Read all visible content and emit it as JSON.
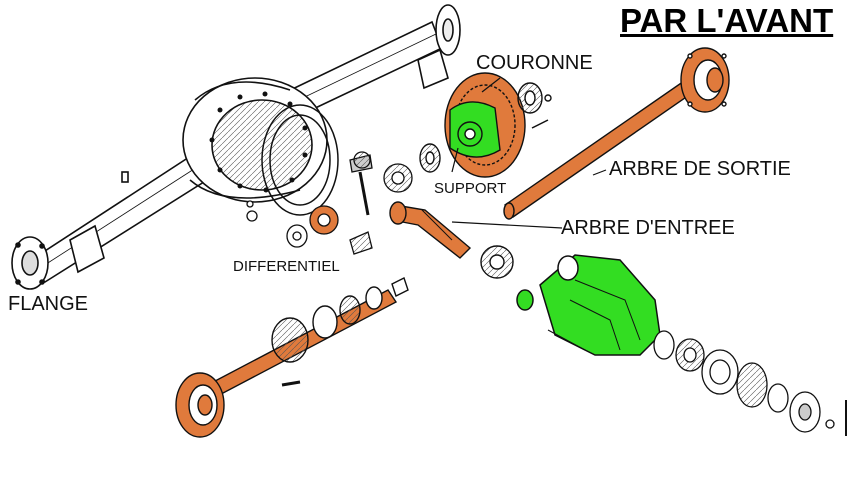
{
  "title": "PAR L'AVANT",
  "labels": {
    "couronne": "COURONNE",
    "arbre_de_sortie": "ARBRE DE SORTIE",
    "support": "SUPPORT",
    "arbre_d_entree": "ARBRE D'ENTREE",
    "differentiel": "DIFFERENTIEL",
    "flange": "FLANGE"
  },
  "colors": {
    "highlight_orange": "#e07a3c",
    "highlight_green": "#33dd22",
    "line": "#111111"
  }
}
